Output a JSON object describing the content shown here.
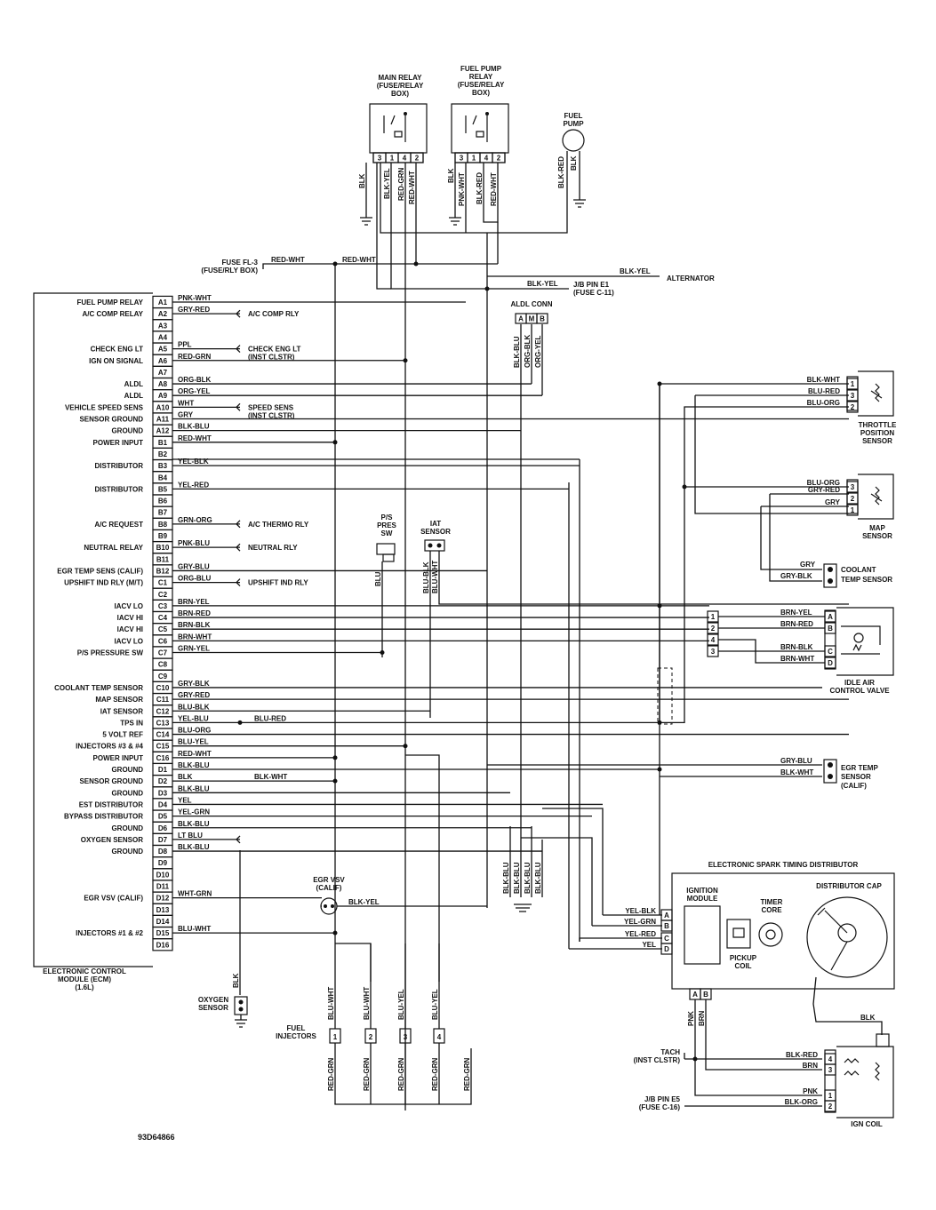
{
  "ecm": {
    "title": "ELECTRONIC CONTROL MODULE (ECM) (1.6L)",
    "pins": [
      {
        "pin": "A1",
        "label": "FUEL PUMP RELAY",
        "wire": "PNK-WHT"
      },
      {
        "pin": "A2",
        "label": "A/C COMP RELAY",
        "wire": "GRY-RED"
      },
      {
        "pin": "A3",
        "label": "",
        "wire": ""
      },
      {
        "pin": "A4",
        "label": "",
        "wire": ""
      },
      {
        "pin": "A5",
        "label": "CHECK ENG LT",
        "wire": "PPL"
      },
      {
        "pin": "A6",
        "label": "IGN ON SIGNAL",
        "wire": "RED-GRN"
      },
      {
        "pin": "A7",
        "label": "",
        "wire": ""
      },
      {
        "pin": "A8",
        "label": "ALDL",
        "wire": "ORG-BLK"
      },
      {
        "pin": "A9",
        "label": "ALDL",
        "wire": "ORG-YEL"
      },
      {
        "pin": "A10",
        "label": "VEHICLE SPEED SENS",
        "wire": "WHT"
      },
      {
        "pin": "A11",
        "label": "SENSOR GROUND",
        "wire": "GRY"
      },
      {
        "pin": "A12",
        "label": "GROUND",
        "wire": "BLK-BLU"
      },
      {
        "pin": "B1",
        "label": "POWER INPUT",
        "wire": "RED-WHT"
      },
      {
        "pin": "B2",
        "label": "",
        "wire": ""
      },
      {
        "pin": "B3",
        "label": "DISTRIBUTOR",
        "wire": "YEL-BLK"
      },
      {
        "pin": "B4",
        "label": "",
        "wire": ""
      },
      {
        "pin": "B5",
        "label": "DISTRIBUTOR",
        "wire": "YEL-RED"
      },
      {
        "pin": "B6",
        "label": "",
        "wire": ""
      },
      {
        "pin": "B7",
        "label": "",
        "wire": ""
      },
      {
        "pin": "B8",
        "label": "A/C REQUEST",
        "wire": "GRN-ORG"
      },
      {
        "pin": "B9",
        "label": "",
        "wire": ""
      },
      {
        "pin": "B10",
        "label": "NEUTRAL RELAY",
        "wire": "PNK-BLU"
      },
      {
        "pin": "B11",
        "label": "",
        "wire": ""
      },
      {
        "pin": "B12",
        "label": "EGR TEMP SENS (CALIF)",
        "wire": "GRY-BLU"
      },
      {
        "pin": "C1",
        "label": "UPSHIFT IND RLY (M/T)",
        "wire": "ORG-BLU"
      },
      {
        "pin": "C2",
        "label": "",
        "wire": ""
      },
      {
        "pin": "C3",
        "label": "IACV LO",
        "wire": "BRN-YEL"
      },
      {
        "pin": "C4",
        "label": "IACV HI",
        "wire": "BRN-RED"
      },
      {
        "pin": "C5",
        "label": "IACV HI",
        "wire": "BRN-BLK"
      },
      {
        "pin": "C6",
        "label": "IACV LO",
        "wire": "BRN-WHT"
      },
      {
        "pin": "C7",
        "label": "P/S PRESSURE SW",
        "wire": "GRN-YEL"
      },
      {
        "pin": "C8",
        "label": "",
        "wire": ""
      },
      {
        "pin": "C9",
        "label": "",
        "wire": ""
      },
      {
        "pin": "C10",
        "label": "COOLANT TEMP SENSOR",
        "wire": "GRY-BLK"
      },
      {
        "pin": "C11",
        "label": "MAP SENSOR",
        "wire": "GRY-RED"
      },
      {
        "pin": "C12",
        "label": "IAT SENSOR",
        "wire": "BLU-BLK"
      },
      {
        "pin": "C13",
        "label": "TPS IN",
        "wire": "YEL-BLU"
      },
      {
        "pin": "C14",
        "label": "5 VOLT REF",
        "wire": "BLU-ORG"
      },
      {
        "pin": "C15",
        "label": "INJECTORS #3 & #4",
        "wire": "BLU-YEL"
      },
      {
        "pin": "C16",
        "label": "POWER INPUT",
        "wire": "RED-WHT"
      },
      {
        "pin": "D1",
        "label": "GROUND",
        "wire": "BLK-BLU"
      },
      {
        "pin": "D2",
        "label": "SENSOR GROUND",
        "wire": "BLK"
      },
      {
        "pin": "D3",
        "label": "GROUND",
        "wire": "BLK-BLU"
      },
      {
        "pin": "D4",
        "label": "EST DISTRIBUTOR",
        "wire": "YEL"
      },
      {
        "pin": "D5",
        "label": "BYPASS DISTRIBUTOR",
        "wire": "YEL-GRN"
      },
      {
        "pin": "D6",
        "label": "GROUND",
        "wire": "BLK-BLU"
      },
      {
        "pin": "D7",
        "label": "OXYGEN SENSOR",
        "wire": "LT BLU"
      },
      {
        "pin": "D8",
        "label": "GROUND",
        "wire": "BLK-BLU"
      },
      {
        "pin": "D9",
        "label": "",
        "wire": ""
      },
      {
        "pin": "D10",
        "label": "",
        "wire": ""
      },
      {
        "pin": "D11",
        "label": "",
        "wire": ""
      },
      {
        "pin": "D12",
        "label": "EGR VSV (CALIF)",
        "wire": "WHT-GRN"
      },
      {
        "pin": "D13",
        "label": "",
        "wire": ""
      },
      {
        "pin": "D14",
        "label": "",
        "wire": ""
      },
      {
        "pin": "D15",
        "label": "INJECTORS #1 & #2",
        "wire": "BLU-WHT"
      },
      {
        "pin": "D16",
        "label": "",
        "wire": ""
      }
    ]
  },
  "dest": {
    "ac_comp": "A/C COMP RLY",
    "check_eng": "CHECK ENG LT",
    "check_eng_sub": "(INST CLSTR)",
    "speed_sens": "SPEED SENS",
    "speed_sens_sub": "(INST CLSTR)",
    "ac_thermo": "A/C THERMO RLY",
    "neutral": "NEUTRAL RLY",
    "upshift": "UPSHIFT IND RLY",
    "alternator": "ALTERNATOR",
    "jb_e1": "J/B PIN E1",
    "jb_e1_sub": "(FUSE C-11)",
    "fuse": "FUSE FL-3",
    "fuse_sub": "(FUSE/RLY BOX)",
    "c13_extra": "BLU-RED",
    "d2_extra": "BLK-WHT"
  },
  "main_relay": {
    "title": [
      "MAIN RELAY",
      "(FUSE/RELAY",
      "BOX)"
    ],
    "pins": [
      "3",
      "1",
      "4",
      "2"
    ],
    "wires": [
      "BLK",
      "BLK-YEL",
      "RED-GRN",
      "RED-WHT"
    ]
  },
  "fp_relay": {
    "title": [
      "FUEL PUMP",
      "RELAY",
      "(FUSE/RELAY",
      "BOX)"
    ],
    "pins": [
      "3",
      "1",
      "4",
      "2"
    ],
    "wires": [
      "BLK",
      "PNK-WHT",
      "BLK-RED",
      "RED-WHT"
    ]
  },
  "fuel_pump": {
    "title": [
      "FUEL",
      "PUMP"
    ],
    "wires": [
      "BLK-RED",
      "BLK"
    ]
  },
  "top_wires": {
    "fuse_red_wht_1": "RED-WHT",
    "fuse_red_wht_2": "RED-WHT",
    "blk_yel_alt": "BLK-YEL",
    "blk_yel_jb": "BLK-YEL"
  },
  "aldl": {
    "title": "ALDL CONN",
    "pins": [
      "A",
      "M",
      "B"
    ],
    "wires": [
      "BLK-BLU",
      "ORG-BLK",
      "ORG-YEL"
    ]
  },
  "tps": {
    "title": [
      "THROTTLE",
      "POSITION",
      "SENSOR"
    ],
    "pins": [
      "1",
      "3",
      "2"
    ],
    "wires": [
      "BLK-WHT",
      "BLU-RED",
      "BLU-ORG"
    ]
  },
  "map": {
    "title": [
      "MAP",
      "SENSOR"
    ],
    "pins": [
      "3",
      "2",
      "1"
    ],
    "wires": [
      "BLU-ORG",
      "GRY-RED",
      "GRY"
    ]
  },
  "coolant": {
    "title": [
      "COOLANT",
      "TEMP SENSOR"
    ],
    "wires": [
      "GRY",
      "GRY-BLK"
    ]
  },
  "ps_sw": {
    "title": [
      "P/S",
      "PRES",
      "SW"
    ],
    "wire": "BLU"
  },
  "iat": {
    "title": [
      "IAT",
      "SENSOR"
    ],
    "wires": [
      "BLU-BLK",
      "BLU-WHT"
    ]
  },
  "iacv": {
    "title": [
      "IDLE AIR",
      "CONTROL VALVE"
    ],
    "pins": [
      "A",
      "B",
      "C",
      "D"
    ],
    "wires": [
      "BRN-YEL",
      "BRN-RED",
      "BRN-BLK",
      "BRN-WHT"
    ],
    "splice": [
      "1",
      "2",
      "4",
      "3"
    ]
  },
  "egr_temp": {
    "title": [
      "EGR TEMP",
      "SENSOR",
      "(CALIF)"
    ],
    "wires": [
      "GRY-BLU",
      "BLK-WHT"
    ]
  },
  "ground_wires": [
    "BLK-BLU",
    "BLK-BLU",
    "BLK-BLU",
    "BLK-BLU"
  ],
  "dist": {
    "title": "ELECTRONIC SPARK TIMING DISTRIBUTOR",
    "ign_module": [
      "IGNITION",
      "MODULE"
    ],
    "timer": [
      "TIMER",
      "CORE"
    ],
    "cap": "DISTRIBUTOR CAP",
    "pickup": [
      "PICKUP",
      "COIL"
    ],
    "pins": [
      "A",
      "B",
      "C",
      "D"
    ],
    "wires": [
      "YEL-BLK",
      "YEL-GRN",
      "YEL-RED",
      "YEL"
    ],
    "bottom_pins": [
      "A",
      "B"
    ],
    "bottom_wires": [
      "PNK",
      "BRN"
    ]
  },
  "egr_vsv": {
    "title": [
      "EGR VSV",
      "(CALIF)"
    ],
    "wire": "BLK-YEL"
  },
  "o2": {
    "title": [
      "OXYGEN",
      "SENSOR"
    ],
    "wire": "BLK"
  },
  "injectors": {
    "title": [
      "FUEL",
      "INJECTORS"
    ],
    "nums": [
      "1",
      "2",
      "3",
      "4"
    ],
    "top": [
      "BLU-WHT",
      "BLU-WHT",
      "BLU-YEL",
      "BLU-YEL"
    ],
    "bottom": [
      "RED-GRN",
      "RED-GRN",
      "RED-GRN",
      "RED-GRN",
      "RED-GRN"
    ]
  },
  "ign_coil": {
    "title": "IGN COIL",
    "pins": [
      "4",
      "3",
      "1",
      "2"
    ],
    "wires": [
      "BLK-RED",
      "BRN",
      "PNK",
      "BLK-ORG"
    ],
    "top_wire": "BLK"
  },
  "tach": {
    "label": "TACH",
    "sub": "(INST CLSTR)"
  },
  "jb_e5": {
    "label": "J/B PIN E5",
    "sub": "(FUSE C-16)"
  },
  "fig_id": "93D64866"
}
